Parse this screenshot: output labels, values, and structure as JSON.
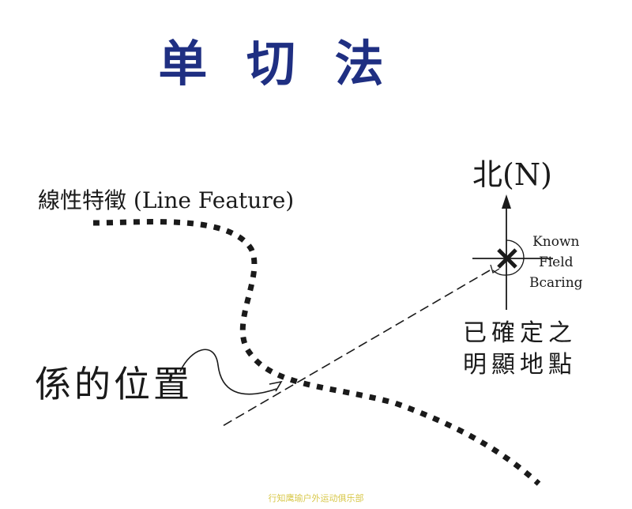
{
  "title": "单 切 法",
  "labels": {
    "line_feature": "線性特徵 (Line Feature)",
    "your_position": "係的位置",
    "north": "北(N)",
    "bearing_lines": [
      "Known",
      "Field",
      "Bcaring"
    ],
    "known_point_lines": [
      "已確定之",
      "明顯地點"
    ]
  },
  "footer": "行知鹰瑜户外运动俱乐部",
  "colors": {
    "title": "#1f2f82",
    "ink": "#1a1a1a",
    "footer": "#d8c84a"
  }
}
